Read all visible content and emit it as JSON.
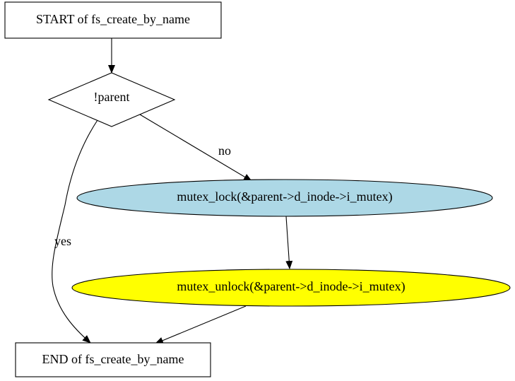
{
  "nodes": {
    "start": {
      "label": "START of fs_create_by_name"
    },
    "decision": {
      "label": "!parent"
    },
    "lock": {
      "label": "mutex_lock(&parent->d_inode->i_mutex)",
      "fill": "#add8e6"
    },
    "unlock": {
      "label": "mutex_unlock(&parent->d_inode->i_mutex)",
      "fill": "#ffff00"
    },
    "end": {
      "label": "END of fs_create_by_name"
    }
  },
  "edges": {
    "no_label": "no",
    "yes_label": "yes"
  }
}
